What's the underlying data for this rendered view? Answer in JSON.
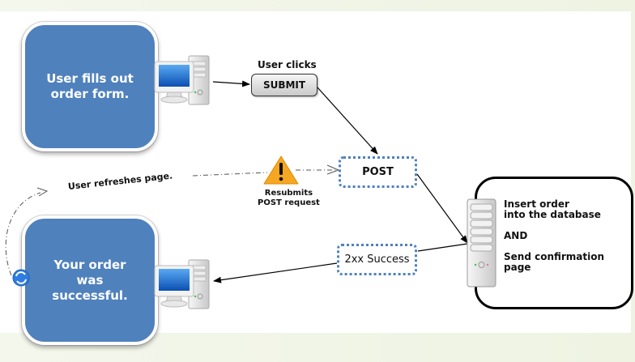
{
  "nodes": {
    "order_form": {
      "label": "User fills out order form."
    },
    "success_page": {
      "label_lines": [
        "Your order",
        "was",
        "successful."
      ]
    },
    "submit_caption": "User clicks",
    "submit_button": "SUBMIT",
    "post": "POST",
    "success_response": "2xx Success",
    "warning_caption_lines": [
      "Resubmits",
      "POST request"
    ],
    "refresh_caption": "User refreshes page.",
    "server": {
      "lines": [
        "Insert order",
        "into the database",
        "",
        "AND",
        "",
        "Send confirmation",
        "page"
      ]
    }
  },
  "icons": {
    "client_computer": "desktop-computer-icon",
    "server": "server-tower-icon",
    "warning": "warning-triangle-icon",
    "refresh": "refresh-icon"
  },
  "colors": {
    "box_blue": "#4f81bd",
    "dotted_border": "#4f81bd",
    "warning": "#f5a623"
  }
}
